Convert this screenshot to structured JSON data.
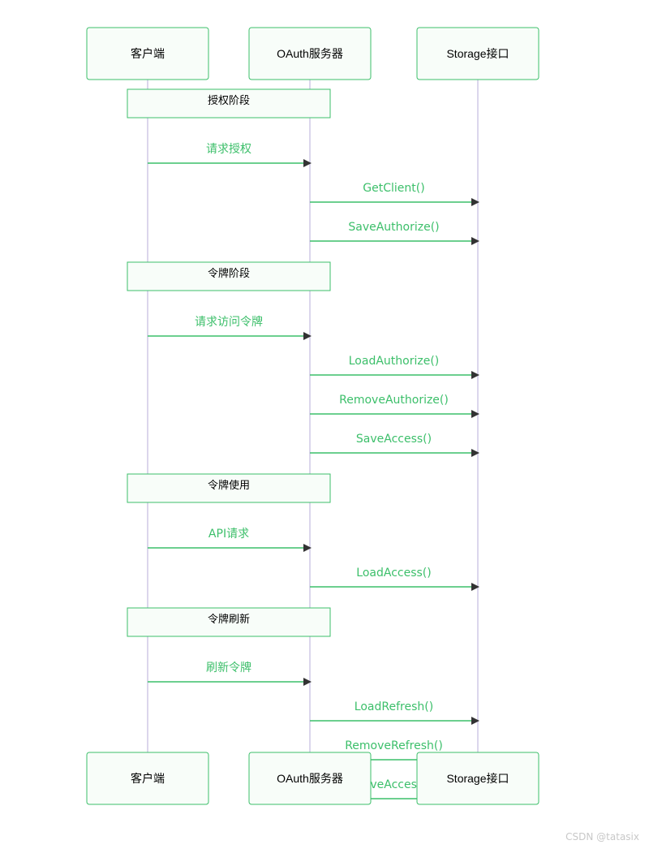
{
  "participants": [
    {
      "id": "client",
      "label": "客户端"
    },
    {
      "id": "oauth",
      "label": "OAuth服务器"
    },
    {
      "id": "storage",
      "label": "Storage接口"
    }
  ],
  "sequence": [
    {
      "kind": "note",
      "text": "授权阶段"
    },
    {
      "kind": "message",
      "from": "client",
      "to": "oauth",
      "text": "请求授权"
    },
    {
      "kind": "message",
      "from": "oauth",
      "to": "storage",
      "text": "GetClient()"
    },
    {
      "kind": "message",
      "from": "oauth",
      "to": "storage",
      "text": "SaveAuthorize()"
    },
    {
      "kind": "note",
      "text": "令牌阶段"
    },
    {
      "kind": "message",
      "from": "client",
      "to": "oauth",
      "text": "请求访问令牌"
    },
    {
      "kind": "message",
      "from": "oauth",
      "to": "storage",
      "text": "LoadAuthorize()"
    },
    {
      "kind": "message",
      "from": "oauth",
      "to": "storage",
      "text": "RemoveAuthorize()"
    },
    {
      "kind": "message",
      "from": "oauth",
      "to": "storage",
      "text": "SaveAccess()"
    },
    {
      "kind": "note",
      "text": "令牌使用"
    },
    {
      "kind": "message",
      "from": "client",
      "to": "oauth",
      "text": "API请求"
    },
    {
      "kind": "message",
      "from": "oauth",
      "to": "storage",
      "text": "LoadAccess()"
    },
    {
      "kind": "note",
      "text": "令牌刷新"
    },
    {
      "kind": "message",
      "from": "client",
      "to": "oauth",
      "text": "刷新令牌"
    },
    {
      "kind": "message",
      "from": "oauth",
      "to": "storage",
      "text": "LoadRefresh()"
    },
    {
      "kind": "message",
      "from": "oauth",
      "to": "storage",
      "text": "RemoveRefresh()"
    },
    {
      "kind": "message",
      "from": "oauth",
      "to": "storage",
      "text": "SaveAccess()"
    }
  ],
  "colors": {
    "accent": "#3cbf6a",
    "lifeline": "#cfc8e6",
    "box_fill": "#f8fdf9",
    "arrowhead": "#333333"
  },
  "watermark": "CSDN @tatasix"
}
